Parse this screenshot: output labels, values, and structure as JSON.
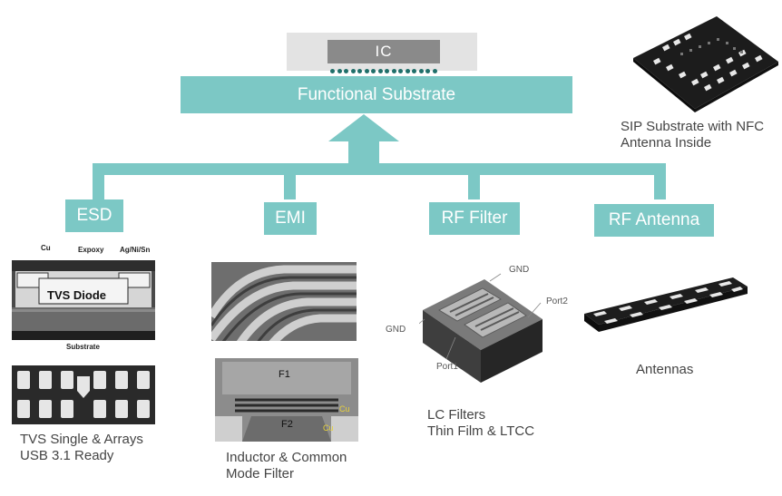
{
  "ic": {
    "label": "IC"
  },
  "substrate": {
    "label": "Functional Substrate"
  },
  "categories": [
    {
      "label": "ESD"
    },
    {
      "label": "EMI"
    },
    {
      "label": "RF Filter"
    },
    {
      "label": "RF Antenna"
    }
  ],
  "sip": {
    "caption_line1": "SIP Substrate with NFC",
    "caption_line2": "Antenna Inside"
  },
  "tvs": {
    "label_cu": "Cu",
    "label_epoxy": "Expoxy",
    "label_agnisn": "Ag/Ni/Sn",
    "label_diode": "TVS Diode",
    "label_substrate": "Substrate",
    "caption_line1": "TVS Single & Arrays",
    "caption_line2": "USB 3.1 Ready"
  },
  "inductor": {
    "label_f1": "F1",
    "label_f2": "F2",
    "label_cu1": "Cu",
    "label_cu2": "Cu",
    "caption_line1": "Inductor & Common",
    "caption_line2": "Mode Filter"
  },
  "lc": {
    "label_gnd_top": "GND",
    "label_port2": "Port2",
    "label_gnd_left": "GND",
    "label_port1": "Port1",
    "caption_line1": "LC Filters",
    "caption_line2": "Thin Film & LTCC"
  },
  "antennas": {
    "caption": "Antennas"
  },
  "colors": {
    "teal": "#7cc8c5",
    "ic_gray": "#8a8a8a",
    "ic_bg": "#e3e3e3"
  }
}
